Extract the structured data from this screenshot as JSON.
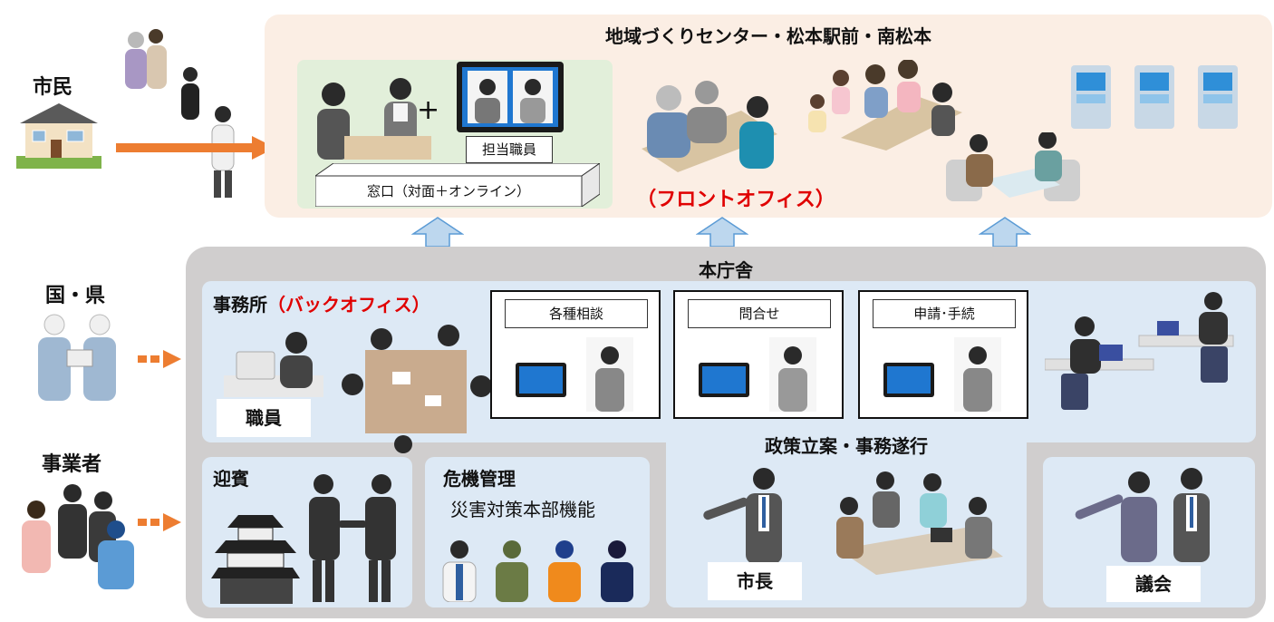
{
  "stakeholders": {
    "citizens": "市民",
    "nation_prefecture": "国・県",
    "business_operators": "事業者"
  },
  "front_office": {
    "title": "地域づくりセンター・松本駅前・南松本",
    "counter_label": "窓口（対面＋オンライン）",
    "staff_label": "担当職員",
    "plus_sign": "+",
    "office_label": "（フロントオフィス）"
  },
  "head_office": {
    "title": "本庁舎",
    "office_heading": "事務所",
    "back_office_label": "（バックオフィス）",
    "staff_label": "職員",
    "tiles": [
      {
        "label": "各種相談"
      },
      {
        "label": "問合せ"
      },
      {
        "label": "申請･手続"
      }
    ],
    "reception": {
      "title": "迎賓"
    },
    "crisis": {
      "title": "危機管理",
      "subtitle": "災害対策本部機能"
    },
    "policy": {
      "title": "政策立案・事務遂行",
      "mayor_label": "市長"
    },
    "council": {
      "label": "議会"
    }
  },
  "colors": {
    "front_office_bg": "#fbeee4",
    "counter_bg": "#e2efda",
    "head_office_bg": "#d0cece",
    "panel_bg": "#dde9f5",
    "accent_red": "#e00000",
    "arrow_orange": "#ed7d31",
    "arrow_blue": "#bdd7ee"
  }
}
